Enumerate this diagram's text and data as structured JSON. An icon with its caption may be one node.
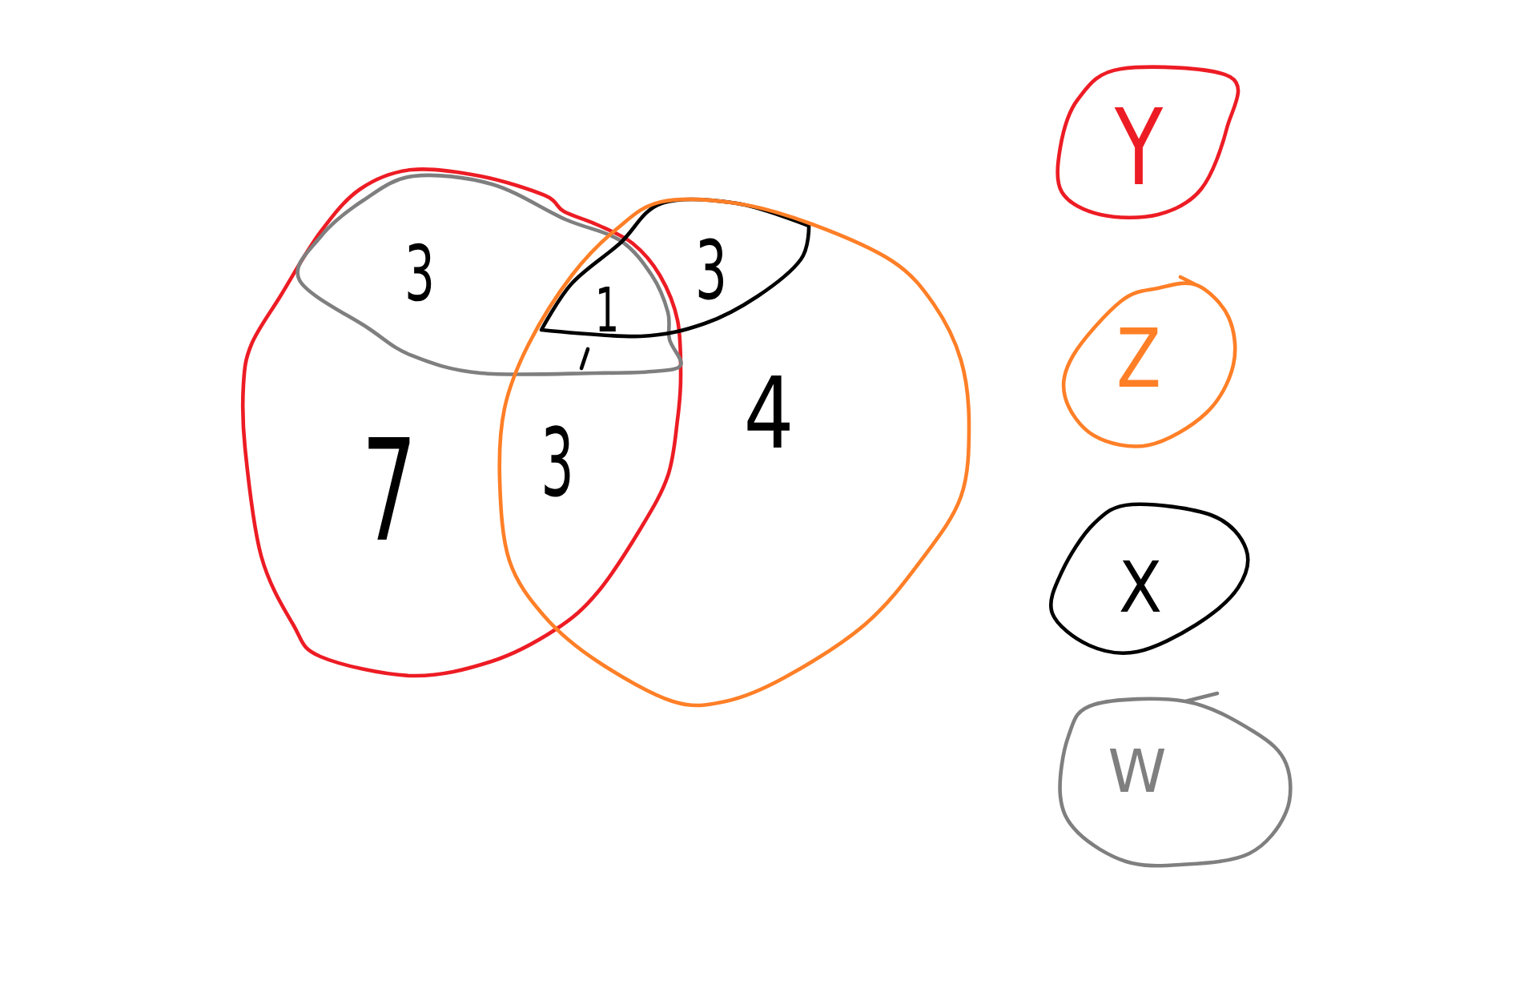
{
  "diagram": {
    "nodes": [
      {
        "text": [],
        "shape": "circle"
      },
      {
        "text": [],
        "shape": "dome",
        "in": 0
      },
      {
        "text": [],
        "shape": "lens",
        "in": 3
      },
      {
        "text": [],
        "shape": "circle"
      }
    ],
    "labels": [
      "3",
      "1",
      "3",
      "7",
      "3",
      "4"
    ],
    "legend": [
      {
        "text": "Y",
        "color": "#ed1c24"
      },
      {
        "text": "Z",
        "color": "#ff7f27"
      },
      {
        "text": "X",
        "color": "#000000"
      },
      {
        "text": "W",
        "color": "#7f7f7f"
      }
    ]
  }
}
